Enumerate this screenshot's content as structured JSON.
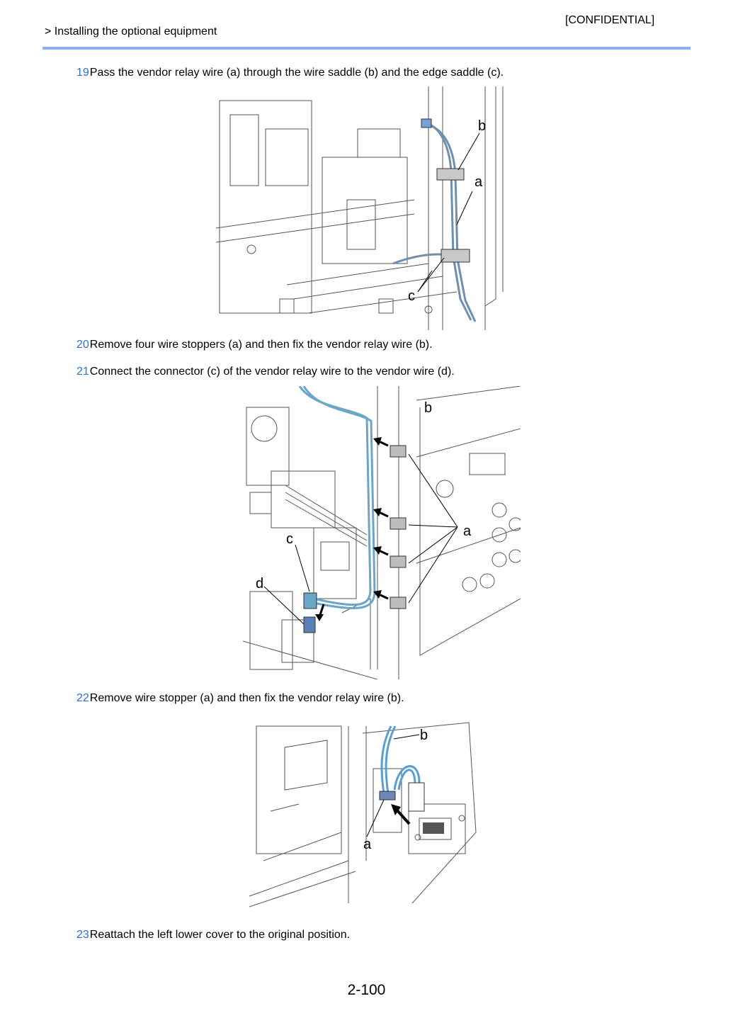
{
  "header": {
    "confidential": "[CONFIDENTIAL]",
    "breadcrumb": "> Installing the optional equipment"
  },
  "steps": [
    {
      "num": "19",
      "text": "Pass the vendor relay wire (a) through the wire saddle (b) and the edge saddle (c)."
    },
    {
      "num": "20",
      "text": "Remove four wire stoppers (a) and then fix the vendor relay wire (b)."
    },
    {
      "num": "21",
      "text": "Connect the connector (c) of the vendor relay wire to the vendor wire (d)."
    },
    {
      "num": "22",
      "text": "Remove wire stopper (a) and then fix the vendor relay wire (b)."
    },
    {
      "num": "23",
      "text": "Reattach the left lower cover to the original position."
    }
  ],
  "figures": {
    "fig1": {
      "labels": {
        "b": "b",
        "a": "a",
        "c": "c"
      }
    },
    "fig2": {
      "labels": {
        "b": "b",
        "a": "a",
        "c": "c",
        "d": "d"
      }
    },
    "fig3": {
      "labels": {
        "b": "b",
        "a": "a"
      }
    }
  },
  "footer": {
    "page_number": "2-100"
  },
  "colors": {
    "accent_blue": "#2f6fd0",
    "header_rule": "#8fb0e8",
    "wire_blue": "#6aa6c8",
    "saddle_gray": "#bdbdbd"
  }
}
